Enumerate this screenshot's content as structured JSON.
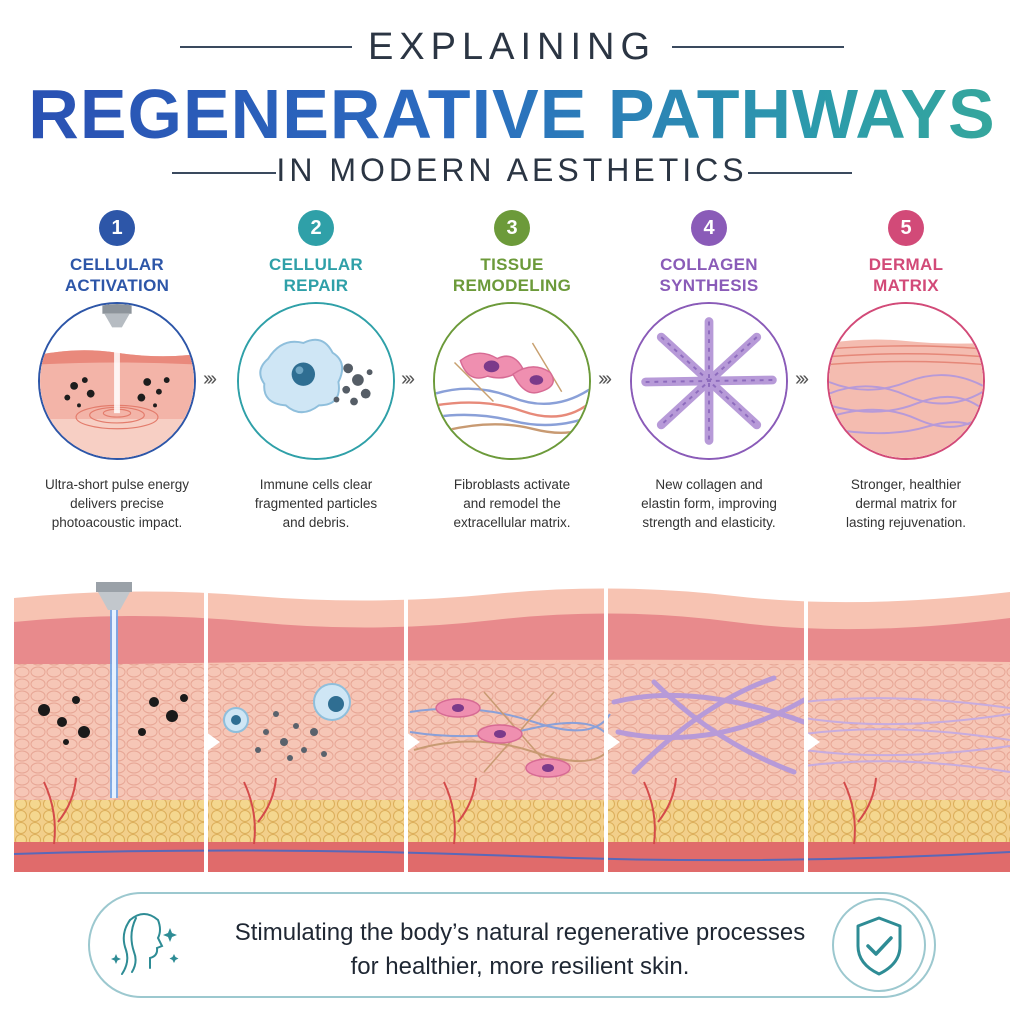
{
  "header": {
    "pre_title": "EXPLAINING",
    "title": "REGENERATIVE PATHWAYS",
    "subtitle": "IN MODERN AESTHETICS"
  },
  "steps": [
    {
      "number": "1",
      "title_line1": "CELLULAR",
      "title_line2": "ACTIVATION",
      "color": "#2d56a8",
      "desc_line1": "Ultra-short pulse energy",
      "desc_line2": "delivers precise",
      "desc_line3": "photoacoustic impact."
    },
    {
      "number": "2",
      "title_line1": "CELLULAR",
      "title_line2": "REPAIR",
      "color": "#2fa0a8",
      "desc_line1": "Immune cells clear",
      "desc_line2": "fragmented particles",
      "desc_line3": "and debris."
    },
    {
      "number": "3",
      "title_line1": "TISSUE",
      "title_line2": "REMODELING",
      "color": "#6c9a3a",
      "desc_line1": "Fibroblasts activate",
      "desc_line2": "and remodel the",
      "desc_line3": "extracellular matrix."
    },
    {
      "number": "4",
      "title_line1": "COLLAGEN",
      "title_line2": "SYNTHESIS",
      "color": "#8a5bb8",
      "desc_line1": "New collagen and",
      "desc_line2": "elastin form, improving",
      "desc_line3": "strength and elasticity."
    },
    {
      "number": "5",
      "title_line1": "DERMAL",
      "title_line2": "MATRIX",
      "color": "#d24a78",
      "desc_line1": "Stronger, healthier",
      "desc_line2": "dermal matrix for",
      "desc_line3": "lasting rejuvenation."
    }
  ],
  "footer": {
    "line1": "Stimulating the body’s natural regenerative processes",
    "line2": "for healthier, more resilient skin.",
    "left_icon": "face-profile-icon",
    "right_icon": "shield-check-icon"
  },
  "icons": {
    "chevron": "chevron-right-icon"
  }
}
